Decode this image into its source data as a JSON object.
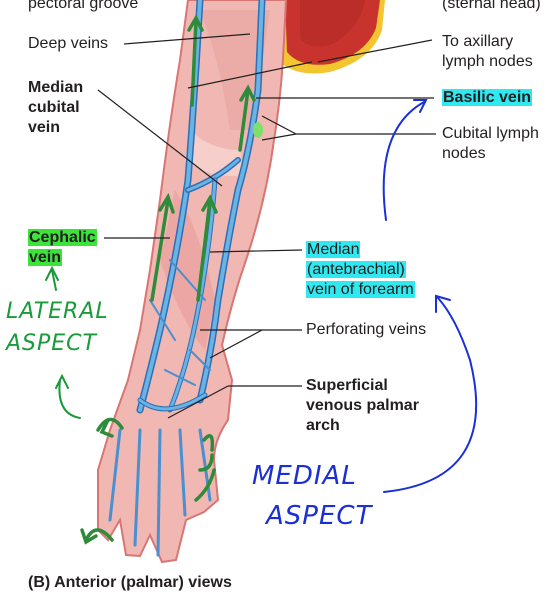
{
  "labels": {
    "pectoral_groove": "pectoral groove",
    "sternal_head": "(sternal head)",
    "deep_veins": "Deep veins",
    "median_cubital": [
      "Median",
      "cubital",
      "vein"
    ],
    "to_axillary": [
      "To axillary",
      "lymph nodes"
    ],
    "basilic_vein": "Basilic vein",
    "cubital_lymph": [
      "Cubital lymph",
      "nodes"
    ],
    "cephalic_vein": [
      "Cephalic",
      "vein"
    ],
    "median_antebrachial": [
      "Median",
      "(antebrachial)",
      "vein of forearm"
    ],
    "perforating_veins": "Perforating veins",
    "superficial_arch": [
      "Superficial",
      "venous palmar",
      "arch"
    ]
  },
  "annotations": {
    "lateral": [
      "LATERAL",
      "ASPECT"
    ],
    "medial": [
      "MEDIAL",
      "ASPECT"
    ]
  },
  "caption": "(B) Anterior (palmar) views",
  "colors": {
    "green_highlight": "#3be33b",
    "cyan_highlight": "#2fe8f0",
    "skin": "#f1b7b3",
    "skin_outline": "#d77673",
    "vein": "#6ab3e3",
    "vein_dark": "#2c6fb7",
    "green_ink": "#1a9a3a",
    "blue_ink": "#1a2fd6",
    "arrow_green": "#2e8b3a",
    "muscle": "#c9332e",
    "tendon": "#f2c531"
  }
}
